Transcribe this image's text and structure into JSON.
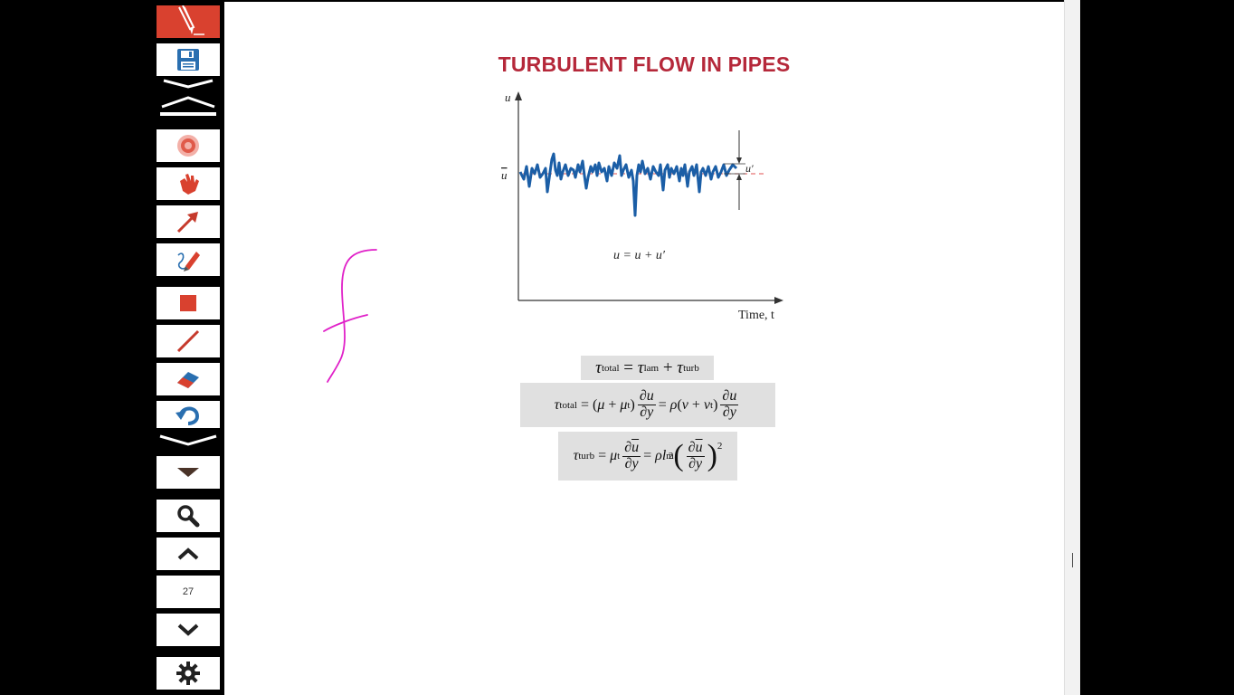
{
  "toolbar": {
    "page_number": "27"
  },
  "slide": {
    "title": "TURBULENT FLOW IN PIPES",
    "figure": {
      "y_axis_label": "u",
      "mean_label": "u",
      "fluct_label": "u′",
      "x_axis_label": "Time, t",
      "decomposition": "u = u + u′"
    }
  },
  "colors": {
    "toolbar_active": "#d9412f",
    "title": "#b5283a",
    "signal": "#1b5ea6",
    "mean_line": "#e05050",
    "annotation": "#e020c8"
  }
}
